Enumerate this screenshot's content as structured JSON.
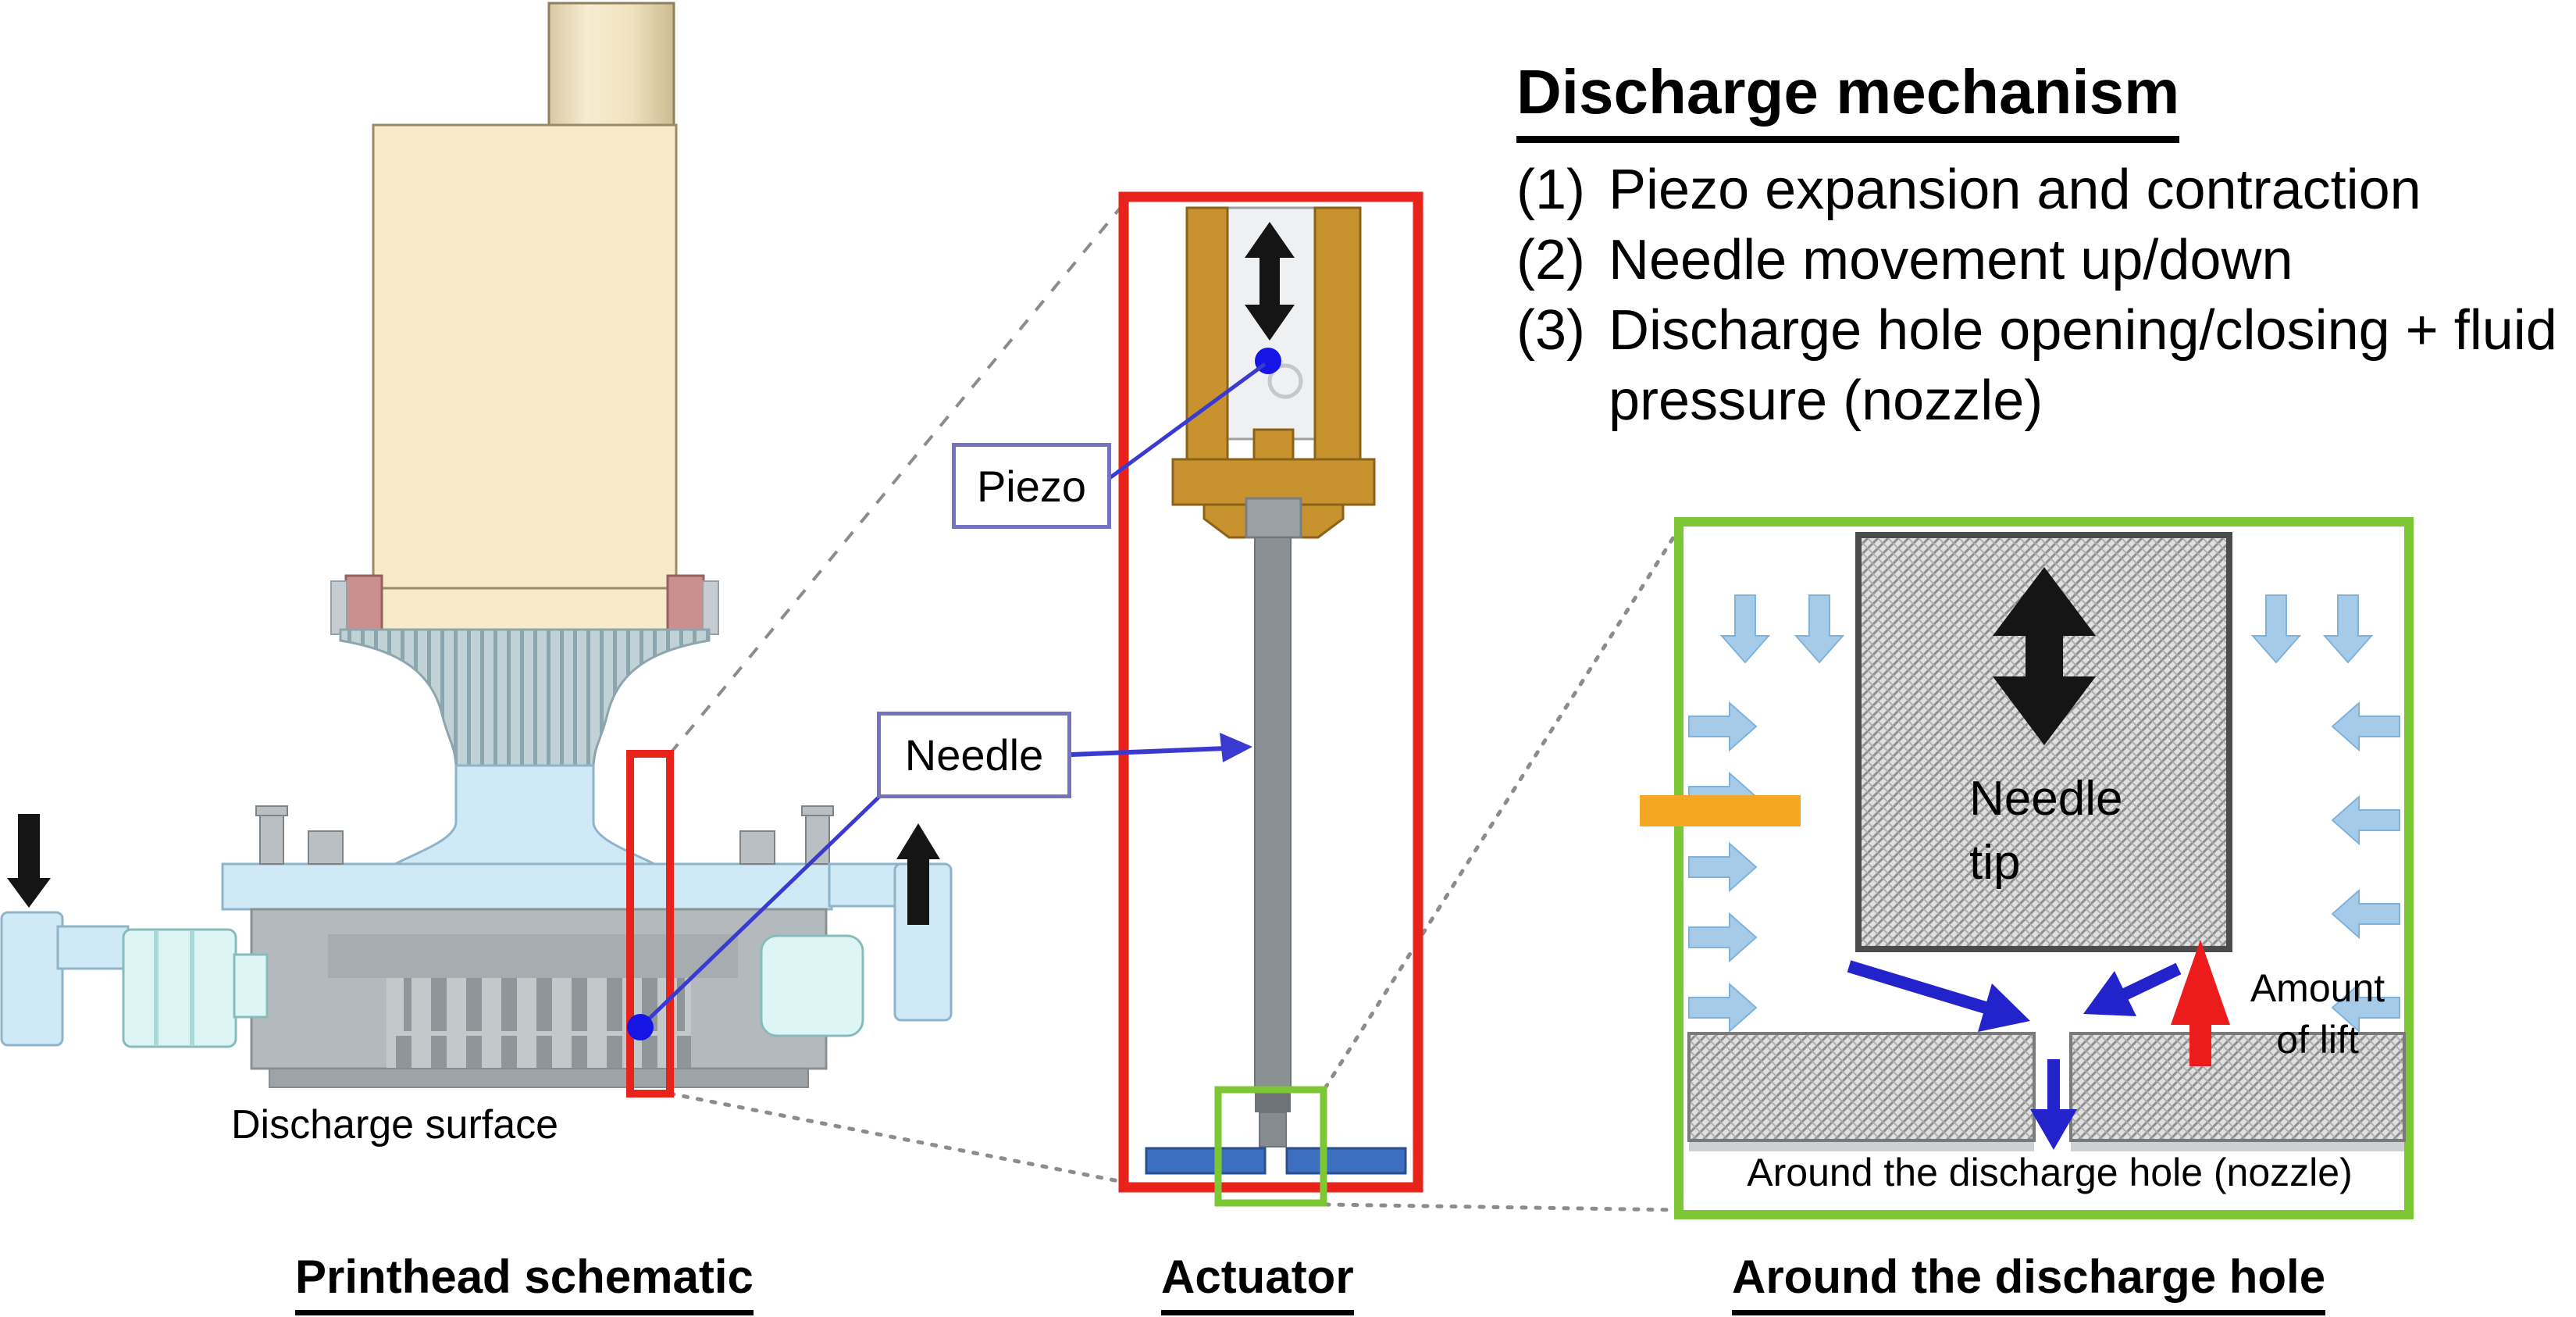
{
  "colors": {
    "red_highlight": "#e8231c",
    "green_highlight": "#7ec734",
    "pointer_blue": "#3a3ad0",
    "flow_blue": "#2323cc",
    "fluid_arrow": "#a6cbe9",
    "lift_red": "#ed1c1c",
    "orange_bar": "#f5a623",
    "label_border": "#7473bd",
    "cream_body": "#f6eac8",
    "gold_actuator": "#c8932f",
    "pipe_blue": "#cfe9f7"
  },
  "discharge_mechanism": {
    "title": "Discharge mechanism",
    "items": [
      {
        "num": "(1)",
        "text": "Piezo expansion and contraction"
      },
      {
        "num": "(2)",
        "text": "Needle movement up/down"
      },
      {
        "num": "(3)",
        "text": "Discharge hole opening/closing + fluid\npressure (nozzle)"
      }
    ]
  },
  "printhead": {
    "caption": "Printhead schematic",
    "discharge_surface_label": "Discharge surface",
    "piezo_label": "Piezo",
    "needle_label": "Needle"
  },
  "actuator": {
    "caption": "Actuator"
  },
  "discharge_hole": {
    "caption": "Around the discharge hole",
    "needle_tip_label": "Needle\ntip",
    "amount_of_lift_label": "Amount\nof lift",
    "nozzle_label": "Around the discharge hole (nozzle)"
  }
}
